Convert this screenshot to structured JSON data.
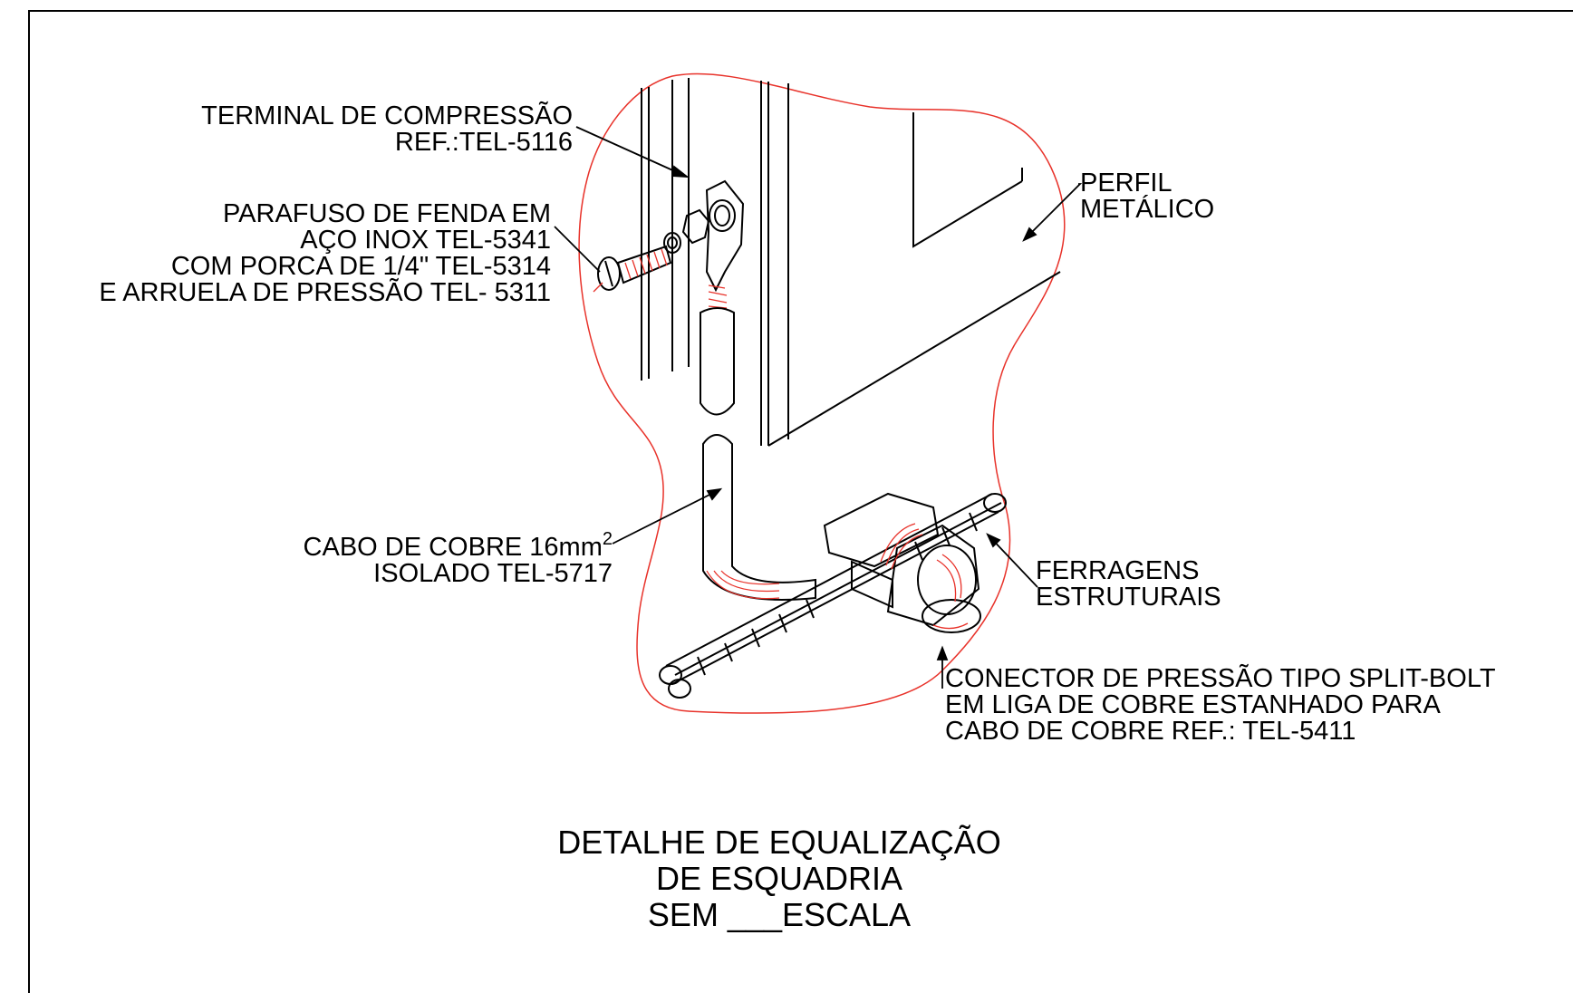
{
  "labels": {
    "terminal": [
      "TERMINAL DE COMPRESSÃO",
      "REF.:TEL-5116"
    ],
    "parafuso": [
      "PARAFUSO DE FENDA EM",
      "AÇO INOX TEL-5341",
      "COM PORCA DE 1/4\" TEL-5314",
      "E ARRUELA DE PRESSÃO TEL- 5311"
    ],
    "perfil": [
      "PERFIL",
      "METÁLICO"
    ],
    "cabo": [
      "CABO DE COBRE 16mm",
      "2",
      "ISOLADO TEL-5717"
    ],
    "ferragens": [
      "FERRAGENS",
      "ESTRUTURAIS"
    ],
    "conector": [
      "CONECTOR DE PRESSÃO TIPO SPLIT-BOLT",
      "EM LIGA DE COBRE ESTANHADO PARA",
      "CABO DE COBRE REF.: TEL-5411"
    ]
  },
  "title": [
    "DETALHE DE EQUALIZAÇÃO",
    "DE ESQUADRIA",
    "SEM ___ESCALA"
  ],
  "colors": {
    "line": "#000000",
    "highlight": "#e8322a"
  }
}
